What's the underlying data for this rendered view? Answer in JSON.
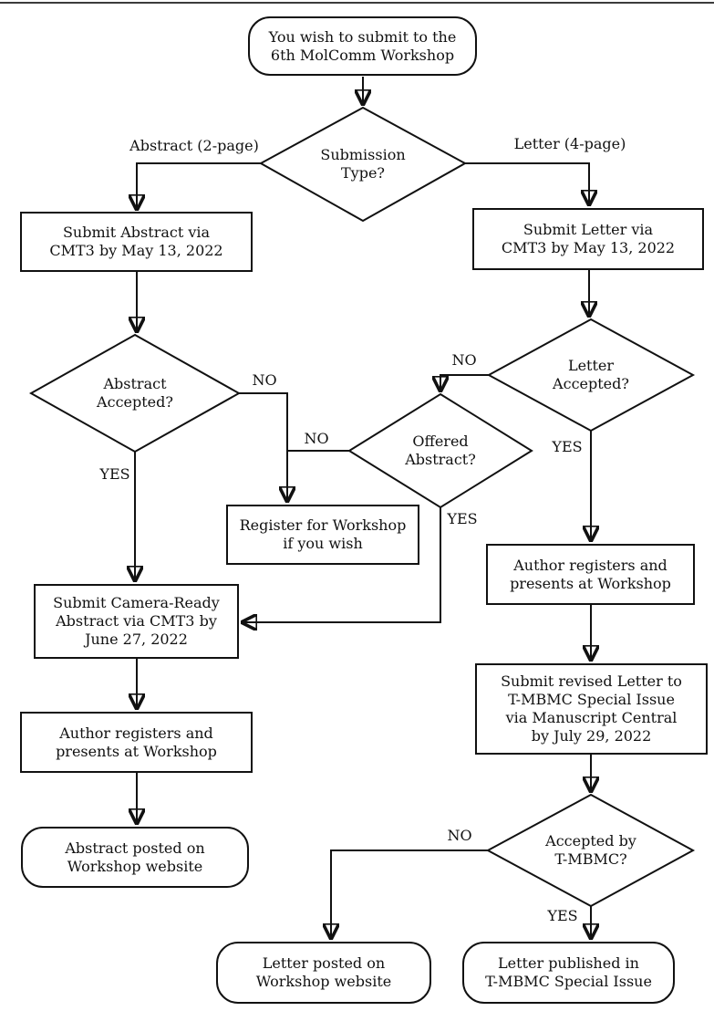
{
  "title": "MolComm Workshop submission flowchart",
  "colors": {
    "stroke": "#111111",
    "background": "#ffffff",
    "divider": "#3b3b3b"
  },
  "nodes": {
    "start": {
      "text": "You wish to submit to the\n6th MolComm Workshop"
    },
    "submission_type": {
      "text": "Submission\nType?"
    },
    "submit_abstract": {
      "text": "Submit Abstract via\nCMT3 by May 13, 2022"
    },
    "submit_letter": {
      "text": "Submit Letter via\nCMT3 by May 13, 2022"
    },
    "abstract_accepted": {
      "text": "Abstract\nAccepted?"
    },
    "letter_accepted": {
      "text": "Letter\nAccepted?"
    },
    "offered_abstract": {
      "text": "Offered\nAbstract?"
    },
    "register_workshop": {
      "text": "Register for Workshop\nif you wish"
    },
    "camera_ready": {
      "text": "Submit Camera-Ready\nAbstract via CMT3 by\nJune 27, 2022"
    },
    "author_registers_left": {
      "text": "Author registers and\npresents at Workshop"
    },
    "abstract_posted": {
      "text": "Abstract posted on\nWorkshop website"
    },
    "author_registers_right": {
      "text": "Author registers and\npresents at Workshop"
    },
    "revised_letter": {
      "text": "Submit revised Letter to\nT-MBMC Special Issue\nvia Manuscript Central\nby July 29, 2022"
    },
    "accepted_tmbmc": {
      "text": "Accepted by\nT-MBMC?"
    },
    "letter_posted": {
      "text": "Letter posted on\nWorkshop website"
    },
    "letter_published": {
      "text": "Letter published in\nT-MBMC Special Issue"
    }
  },
  "edge_labels": {
    "abstract_branch": "Abstract (2-page)",
    "letter_branch": "Letter (4-page)",
    "yes": "YES",
    "no": "NO"
  }
}
